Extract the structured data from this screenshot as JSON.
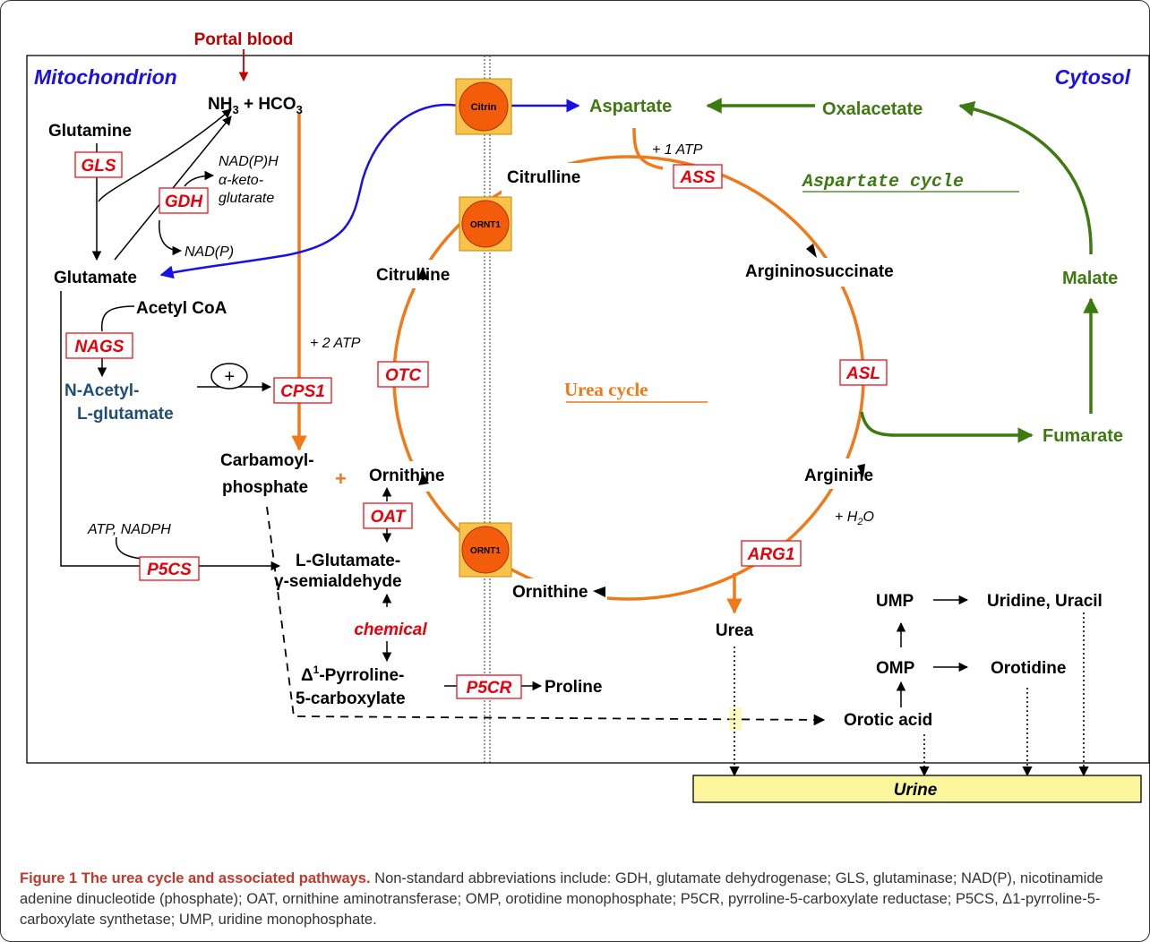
{
  "compartments": {
    "mitochondrion": "Mitochondrion",
    "cytosol": "Cytosol"
  },
  "cycles": {
    "urea": "Urea cycle",
    "aspartate": "Aspartate cycle"
  },
  "metabolites": {
    "portal_blood": "Portal blood",
    "nh3": "NH",
    "nh3_sub": "3",
    "hco3": " + HCO",
    "hco3_sub": "3",
    "glutamine": "Glutamine",
    "glutamate": "Glutamate",
    "acetyl_coa": "Acetyl CoA",
    "n_acetyl_1": "N-Acetyl-",
    "n_acetyl_2": "L-glutamate",
    "carbamoyl_1": "Carbamoyl-",
    "carbamoyl_2": "phosphate",
    "ornithine_mito": "Ornithine",
    "citrulline_mito": "Citrulline",
    "citrulline_cyto": "Citrulline",
    "aspartate": "Aspartate",
    "oxalacetate": "Oxalacetate",
    "malate": "Malate",
    "fumarate": "Fumarate",
    "argininosuccinate": "Argininosuccinate",
    "arginine": "Arginine",
    "ornithine_cyto": "Ornithine",
    "urea": "Urea",
    "lgsa_1": "L-Glutamate-",
    "lgsa_2": "γ-semialdehyde",
    "p5c_1": "Δ",
    "p5c_sup": "1",
    "p5c_1b": "-Pyrroline-",
    "p5c_2": "5-carboxylate",
    "proline": "Proline",
    "ump": "UMP",
    "uridine": "Uridine, Uracil",
    "omp": "OMP",
    "orotidine": "Orotidine",
    "orotic_acid": "Orotic acid",
    "urine": "Urine"
  },
  "cofactors": {
    "nadph": "NAD(P)H",
    "akg_1": "α-keto-",
    "akg_2": "glutarate",
    "nadp": "NAD(P)",
    "atp2": "+ 2 ATP",
    "atp1": "+ 1 ATP",
    "atp_nadph": "ATP, NADPH",
    "h2o_pre": "+ H",
    "h2o_sub": "2",
    "h2o_post": "O",
    "plus_sign": "+",
    "plus_circle": "+"
  },
  "enzymes": {
    "gls": "GLS",
    "gdh": "GDH",
    "nags": "NAGS",
    "cps1": "CPS1",
    "p5cs": "P5CS",
    "oat": "OAT",
    "otc": "OTC",
    "ass": "ASS",
    "asl": "ASL",
    "arg1": "ARG1",
    "p5cr": "P5CR",
    "chemical": "chemical"
  },
  "transporters": {
    "citrin": "Citrin",
    "ornt1_top": "ORNT1",
    "ornt1_bottom": "ORNT1"
  },
  "caption": {
    "title": "Figure 1 The urea cycle and associated pathways.",
    "text": " Non-standard abbreviations include: GDH, glutamate dehydrogenase; GLS, glutaminase; NAD(P), nicotinamide adenine dinucleotide (phosphate); OAT, ornithine aminotransferase; OMP, orotidine monophosphate; P5CR, pyrroline-5-carboxylate reductase; P5CS, Δ1-pyrroline-5-carboxylate synthetase; UMP, uridine monophosphate."
  },
  "colors": {
    "red": "#e8000b",
    "orange": "#f07a1a",
    "green": "#3d7a0f",
    "blue": "#1a10e6",
    "navy": "#1f4e79",
    "urine_fill": "#fbf59b",
    "transporter_box": "#f8c34a",
    "transporter_circle": "#f25c0b"
  }
}
